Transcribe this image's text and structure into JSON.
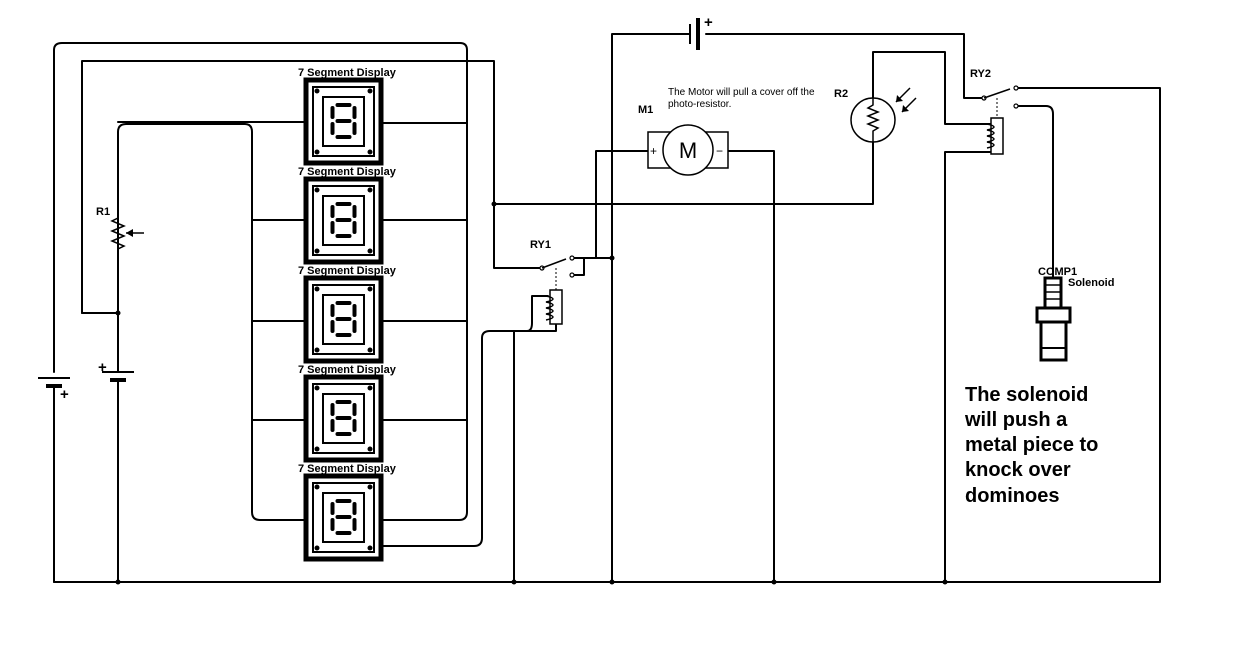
{
  "displays": [
    {
      "label": "7 Segment Display"
    },
    {
      "label": "7 Segment Display"
    },
    {
      "label": "7 Segment Display"
    },
    {
      "label": "7 Segment Display"
    },
    {
      "label": "7 Segment Display"
    }
  ],
  "r1": {
    "label": "R1"
  },
  "ry1": {
    "label": "RY1"
  },
  "ry2": {
    "label": "RY2"
  },
  "m1": {
    "label": "M1",
    "symbol": "M",
    "plus": "+",
    "minus": "−"
  },
  "motor_note": {
    "line1": "The Motor will pull a cover off the",
    "line2": "photo-resistor."
  },
  "r2": {
    "label": "R2"
  },
  "comp1": {
    "label": "COMP1",
    "name": "Solenoid"
  },
  "solenoid_note": {
    "line1": "The solenoid",
    "line2": "will push a",
    "line3": "metal piece to",
    "line4": "knock over",
    "line5": "dominoes"
  },
  "batteries": {
    "plus": "+"
  }
}
